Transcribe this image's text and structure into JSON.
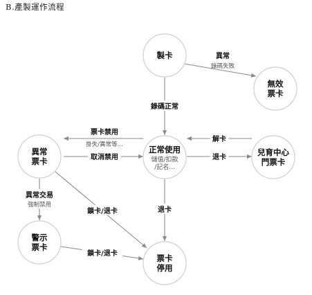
{
  "title": "B.產製運作流程",
  "nodes": {
    "make": {
      "label": [
        "製卡"
      ]
    },
    "invalid": {
      "label": [
        "無效",
        "票卡"
      ]
    },
    "normal": {
      "label": [
        "正常使用"
      ],
      "sub": [
        "儲值/扣款",
        "/記名..."
      ]
    },
    "abnormal": {
      "label": [
        "異常",
        "票卡"
      ]
    },
    "center": {
      "label": [
        "兒育中心",
        "門票卡"
      ]
    },
    "warn": {
      "label": [
        "警示",
        "票卡"
      ]
    },
    "stop": {
      "label": [
        "票卡",
        "停用"
      ]
    }
  },
  "edges": {
    "make_invalid": {
      "label": "異常",
      "sub": "錄碼失敗"
    },
    "make_normal": {
      "label": "錄碼正常"
    },
    "normal_abnormal": {
      "label": "票卡禁用",
      "sub": "掛失/異常等..."
    },
    "abnormal_normal": {
      "label": "取消禁用"
    },
    "center_normal": {
      "label": "解卡"
    },
    "normal_center": {
      "label": "退卡"
    },
    "abnormal_warn": {
      "label": "異常交易",
      "sub": "強制禁用"
    },
    "abnormal_stop": {
      "label": "鎖卡/退卡"
    },
    "normal_stop": {
      "label": "退卡"
    },
    "warn_stop": {
      "label": "鎖卡/退卡"
    }
  }
}
